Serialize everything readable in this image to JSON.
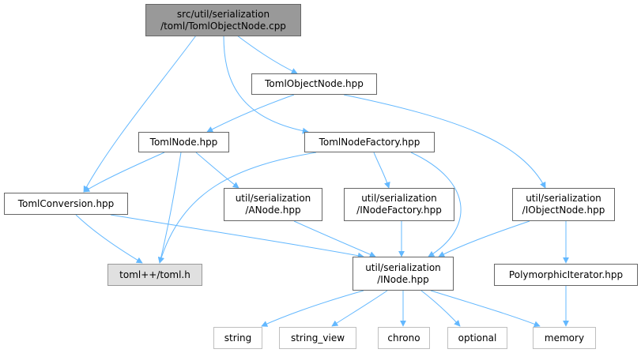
{
  "colors": {
    "edge": "#63b8ff",
    "border": "#666666",
    "root_fill": "#999999",
    "system_fill": "#e0e0e0"
  },
  "nodes": {
    "root": {
      "line1": "src/util/serialization",
      "line2": "/toml/TomlObjectNode.cpp"
    },
    "objnode_hpp": {
      "line1": "TomlObjectNode.hpp"
    },
    "tomlnode": {
      "line1": "TomlNode.hpp"
    },
    "factory": {
      "line1": "TomlNodeFactory.hpp"
    },
    "conversion": {
      "line1": "TomlConversion.hpp"
    },
    "anode": {
      "line1": "util/serialization",
      "line2": "/ANode.hpp"
    },
    "inodefactory": {
      "line1": "util/serialization",
      "line2": "/INodeFactory.hpp"
    },
    "iobjectnode": {
      "line1": "util/serialization",
      "line2": "/IObjectNode.hpp"
    },
    "tomlh": {
      "line1": "toml++/toml.h"
    },
    "inode": {
      "line1": "util/serialization",
      "line2": "/INode.hpp"
    },
    "polyiter": {
      "line1": "PolymorphicIterator.hpp"
    },
    "string": {
      "line1": "string"
    },
    "string_view": {
      "line1": "string_view"
    },
    "chrono": {
      "line1": "chrono"
    },
    "optional": {
      "line1": "optional"
    },
    "memory": {
      "line1": "memory"
    }
  }
}
